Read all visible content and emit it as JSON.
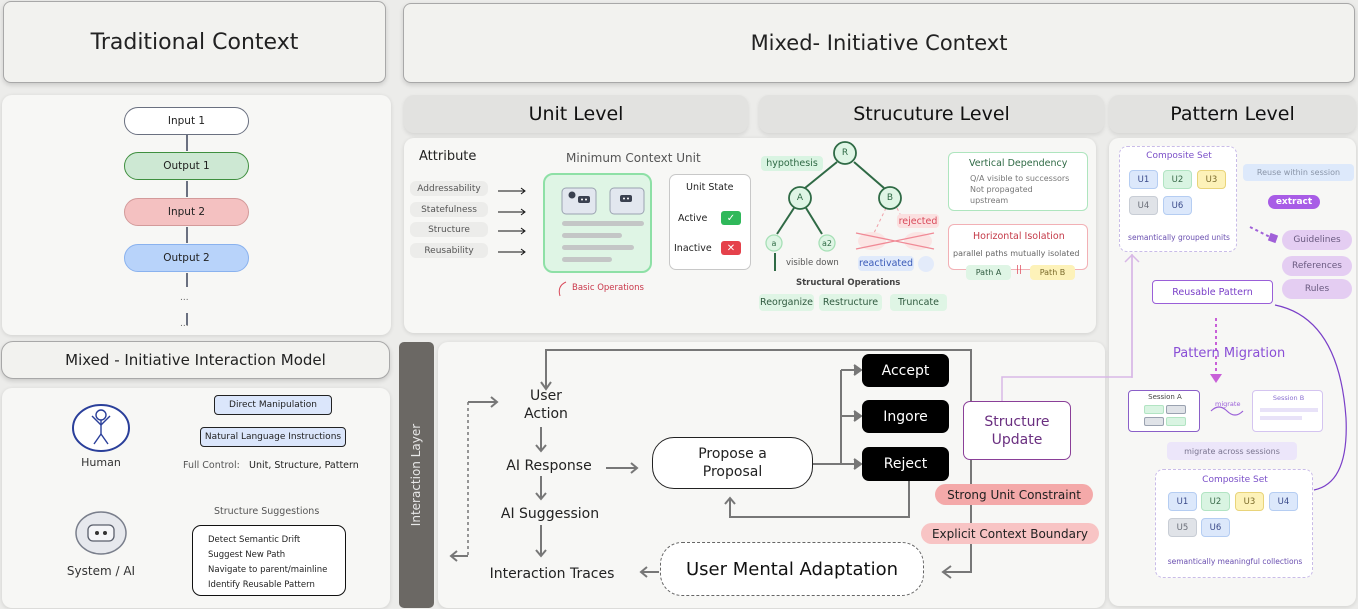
{
  "headers": {
    "traditional": "Traditional Context",
    "mixed": "Mixed- Initiative Context",
    "interaction_model": "Mixed - Initiative  Interaction  Model",
    "unit_level": "Unit Level",
    "structure_level": "Strucuture  Level",
    "pattern_level": "Pattern  Level",
    "interaction_layer": "Interaction Layer"
  },
  "traditional_flow": {
    "nodes": [
      {
        "label": "Input 1",
        "fill": "#ffffff",
        "stroke": "#6a7080"
      },
      {
        "label": "Output 1",
        "fill": "#cde8d3",
        "stroke": "#3f8f3f"
      },
      {
        "label": "Input 2",
        "fill": "#f4c1c1",
        "stroke": "#d39a9a"
      },
      {
        "label": "Output 2",
        "fill": "#b8d3fa",
        "stroke": "#8ab2ee"
      }
    ],
    "ellipsis": "..."
  },
  "interaction_model": {
    "human_label": "Human",
    "ai_label": "System / AI",
    "buttons": [
      "Direct Manipulation",
      "Natural Language Instructions"
    ],
    "full_control_label": "Full Control:",
    "full_control_value": "Unit, Structure, Pattern",
    "suggestions_title": "Structure Suggestions",
    "suggestions": [
      "Detect Semantic Drift",
      "Suggest New Path",
      "Navigate to parent/mainline",
      "Identify Reusable Pattern"
    ]
  },
  "unit_level": {
    "attribute_title": "Attribute",
    "attributes": [
      "Addressability",
      "Statefulness",
      "Structure",
      "Reusability"
    ],
    "unit_title": "Minimum Context Unit",
    "basic_ops": "Basic Operations",
    "state_title": "Unit State",
    "states": [
      {
        "label": "Active",
        "icon": "check",
        "color": "#2fb85a"
      },
      {
        "label": "Inactive",
        "icon": "x",
        "color": "#e5414b"
      }
    ]
  },
  "structure_level": {
    "tree": {
      "root": "R",
      "a": "A",
      "b": "B",
      "a1": "a",
      "a2": "a2",
      "hypothesis": "hypothesis",
      "rejected": "rejected",
      "reactivated": "reactivated",
      "visible_down": "visible down"
    },
    "ops_title": "Structural Operations",
    "ops": [
      "Reorganize",
      "Restructure",
      "Truncate"
    ],
    "vertical": {
      "title": "Vertical Dependency",
      "lines": [
        "Q/A visible to successors",
        "Not propagated",
        "upstream"
      ]
    },
    "horizontal": {
      "title": "Horizontal Isolation",
      "desc": "parallel paths mutually isolated",
      "path_a": "Path A",
      "sep": "||",
      "path_b": "Path B"
    }
  },
  "pattern_level": {
    "composite_title": "Composite Set",
    "composite_top_units": [
      "U1",
      "U2",
      "U3",
      "U4",
      "U6"
    ],
    "composite_top_caption": "semantically grouped units",
    "reuse_label": "Reuse within session",
    "extract_label": "extract",
    "outputs": [
      "Guidelines",
      "References",
      "Rules"
    ],
    "reusable_pattern": "Reusable Pattern",
    "migration_title": "Pattern Migration",
    "session_a": "Session A",
    "session_b": "Session B",
    "migrate_label": "migrate",
    "migrate_across": "migrate across sessions",
    "composite_bottom_units": [
      "U1",
      "U2",
      "U3",
      "U4",
      "U5",
      "U6"
    ],
    "composite_bottom_caption": "semantically meaningful collections"
  },
  "interaction_flow": {
    "user_action": [
      "User",
      "Action"
    ],
    "ai_response": "AI Response",
    "ai_suggestion": "AI Suggession",
    "interaction_traces": "Interaction Traces",
    "proposal": [
      "Propose a",
      "Proposal"
    ],
    "choices": [
      "Accept",
      "Ingore",
      "Reject"
    ],
    "structure_update": [
      "Structure",
      "Update"
    ],
    "constraints": [
      "Strong Unit Constraint",
      "Explicit Context Boundary"
    ],
    "adaptation": "User Mental Adaptation"
  },
  "colors": {
    "purple": "#8a4fd6",
    "green_node": "#2f6a45",
    "constraint_pink": "#f4a9a9"
  }
}
